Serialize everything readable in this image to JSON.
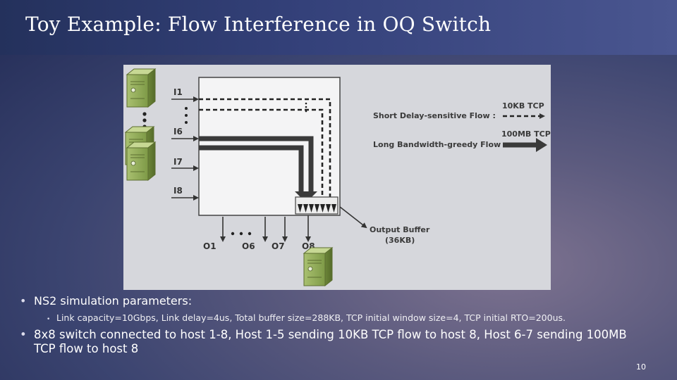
{
  "slide": {
    "title": "Toy Example: Flow Interference in OQ Switch",
    "page_number": "10"
  },
  "diagram": {
    "inputs": [
      "I1",
      "I6",
      "I7",
      "I8"
    ],
    "outputs": [
      "O1",
      "O6",
      "O7",
      "O8"
    ],
    "legend": {
      "short_flow_label": "Short Delay-sensitive Flow :",
      "short_flow_size": "10KB TCP",
      "long_flow_label": "Long Bandwidth-greedy Flow :",
      "long_flow_size": "100MB TCP"
    },
    "buffer_label_line1": "Output Buffer",
    "buffer_label_line2": "(36KB)"
  },
  "bullets": {
    "b1": "NS2 simulation parameters:",
    "b1_sub": "Link capacity=10Gbps, Link delay=4us, Total buffer size=288KB,  TCP initial window size=4, TCP initial RTO=200us.",
    "b2": "8x8 switch connected to host 1-8, Host 1-5 sending 10KB TCP flow to host 8, Host 6-7 sending 100MB TCP flow to host 8",
    "bullet_glyph": "•"
  }
}
